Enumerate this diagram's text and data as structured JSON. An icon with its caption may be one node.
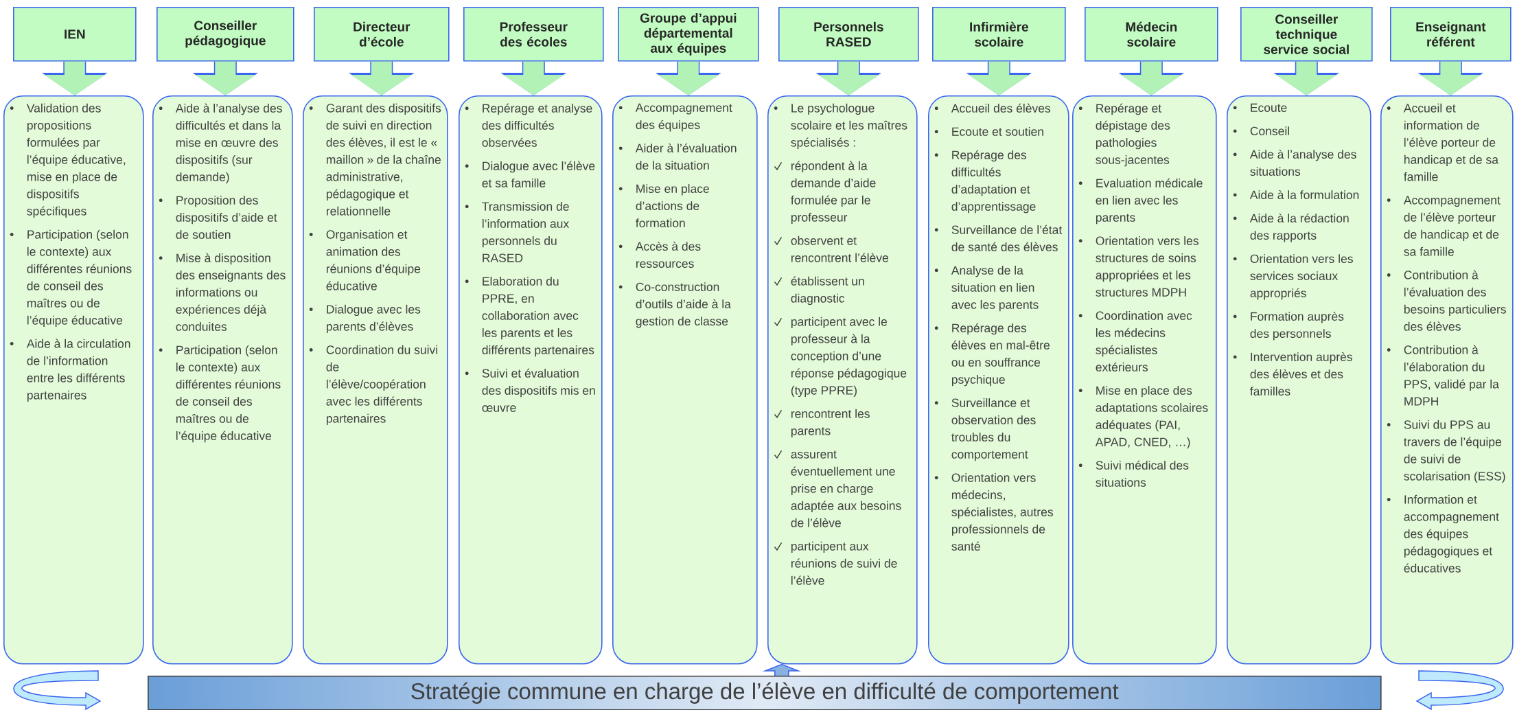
{
  "diagram": {
    "nodes": [
      {
        "text": [
          "IEN"
        ]
      },
      {
        "text": [
          "Conseiller pédagogique"
        ]
      },
      {
        "text": [
          "Directeur d’école"
        ]
      },
      {
        "text": [
          "Professeur des écoles"
        ]
      },
      {
        "text": [
          "Groupe d’appui départemental aux équipes"
        ]
      },
      {
        "text": [
          "Personnels RASED"
        ]
      },
      {
        "text": [
          "Infirmière scolaire"
        ]
      },
      {
        "text": [
          "Médecin scolaire"
        ]
      },
      {
        "text": [
          "Conseiller technique service social"
        ]
      },
      {
        "text": [
          "Enseignant référent"
        ]
      },
      {
        "text": [
          "Validation des propositions formulées par l’équipe éducative, mise en place de dispositifs spécifiques",
          "Participation (selon le contexte) aux différentes réunions de conseil des maîtres ou de l’équipe éducative",
          "Aide à la circulation de l’information entre les différents partenaires"
        ]
      },
      {
        "text": [
          "Aide à l’analyse des difficultés et dans la mise en œuvre des dispositifs (sur demande)",
          "Proposition des dispositifs d’aide et de soutien",
          "Mise à disposition des enseignants des informations ou expériences déjà conduites",
          "Participation (selon le contexte) aux différentes réunions de conseil des maîtres ou de l’équipe éducative"
        ]
      },
      {
        "text": [
          "Garant des dispositifs de suivi en direction des élèves, il est le « maillon » de la chaîne administrative, pédagogique et relationnelle",
          "Organisation et animation des réunions d’équipe éducative",
          "Dialogue avec les parents d’élèves",
          "Coordination du suivi de l’élève/coopération avec les différents partenaires"
        ]
      },
      {
        "text": [
          "Repérage et analyse des difficultés observées",
          "Dialogue avec l’élève et sa famille",
          "Transmission de l’information aux personnels du RASED",
          "Elaboration du PPRE, en collaboration avec les parents et les différents partenaires",
          "Suivi et évaluation des dispositifs mis en œuvre"
        ]
      },
      {
        "text": [
          "Accompagnement des équipes",
          "Aider à l’évaluation de la situation",
          "Mise en place d’actions de formation",
          "Accès à des ressources",
          "Co-construction d’outils d’aide à la gestion de classe"
        ]
      },
      {
        "text": [
          "Le psychologue scolaire et les maîtres spécialisés :",
          "répondent à la demande d’aide formulée par le professeur",
          "observent et rencontrent l’élève",
          "établissent un diagnostic",
          "participent avec le professeur à la conception d’une réponse pédagogique (type PPRE)",
          "rencontrent les parents",
          "assurent éventuellement une prise en charge adaptée aux besoins de l’élève",
          "participent aux réunions de suivi de l’élève"
        ]
      },
      {
        "text": [
          "Accueil des élèves",
          "Ecoute et soutien",
          "Repérage des difficultés d’adaptation et d’apprentissage",
          "Surveillance de l’état de santé des élèves",
          "Analyse de la situation en lien avec les parents",
          "Repérage des élèves en mal-être ou en souffrance psychique",
          "Surveillance et observation des troubles du comportement",
          "Orientation vers médecins, spécialistes, autres professionnels de santé"
        ]
      },
      {
        "text": [
          "Repérage et dépistage des pathologies sous-jacentes",
          "Evaluation médicale en lien avec les parents",
          "Orientation vers les structures de soins appropriées et les structures MDPH",
          "Coordination avec les médecins spécialistes extérieurs",
          "Mise en place des adaptations scolaires adéquates (PAI, APAD, CNED, …)",
          "Suivi médical des situations"
        ]
      },
      {
        "text": [
          "Ecoute",
          "Conseil",
          "Aide à l’analyse des situations",
          "Aide à la formulation",
          "Aide à la rédaction des rapports",
          "Orientation vers les services sociaux appropriés",
          "Formation auprès des personnels",
          "Intervention auprès des élèves et des familles"
        ]
      },
      {
        "text": [
          "Accueil et information de l’élève porteur de handicap et de sa famille",
          "Accompagnement de l’élève porteur de handicap et de sa famille",
          "Contribution à l’évaluation des besoins particuliers des élèves",
          "Contribution à l’élaboration du PPS, validé par la MDPH",
          "Suivi du PPS au travers de l’équipe de suivi de scolarisation (ESS)",
          "Information et accompagnement des équipes pédagogiques et éducatives"
        ]
      },
      {
        "text": [
          "Stratégie commune en charge de l’élève en difficulté de comportement"
        ]
      }
    ],
    "edges": [
      {
        "from": 0,
        "to": 10,
        "arrow": "to"
      },
      {
        "from": 1,
        "to": 11,
        "arrow": "to"
      },
      {
        "from": 2,
        "to": 12,
        "arrow": "to"
      },
      {
        "from": 3,
        "to": 13,
        "arrow": "to"
      },
      {
        "from": 4,
        "to": 14,
        "arrow": "to"
      },
      {
        "from": 5,
        "to": 15,
        "arrow": "to"
      },
      {
        "from": 6,
        "to": 16,
        "arrow": "to"
      },
      {
        "from": 7,
        "to": 17,
        "arrow": "to"
      },
      {
        "from": 8,
        "to": 18,
        "arrow": "to"
      },
      {
        "from": 9,
        "to": 19,
        "arrow": "to"
      },
      {
        "from": 20,
        "to": 15,
        "arrow": "to"
      }
    ]
  }
}
